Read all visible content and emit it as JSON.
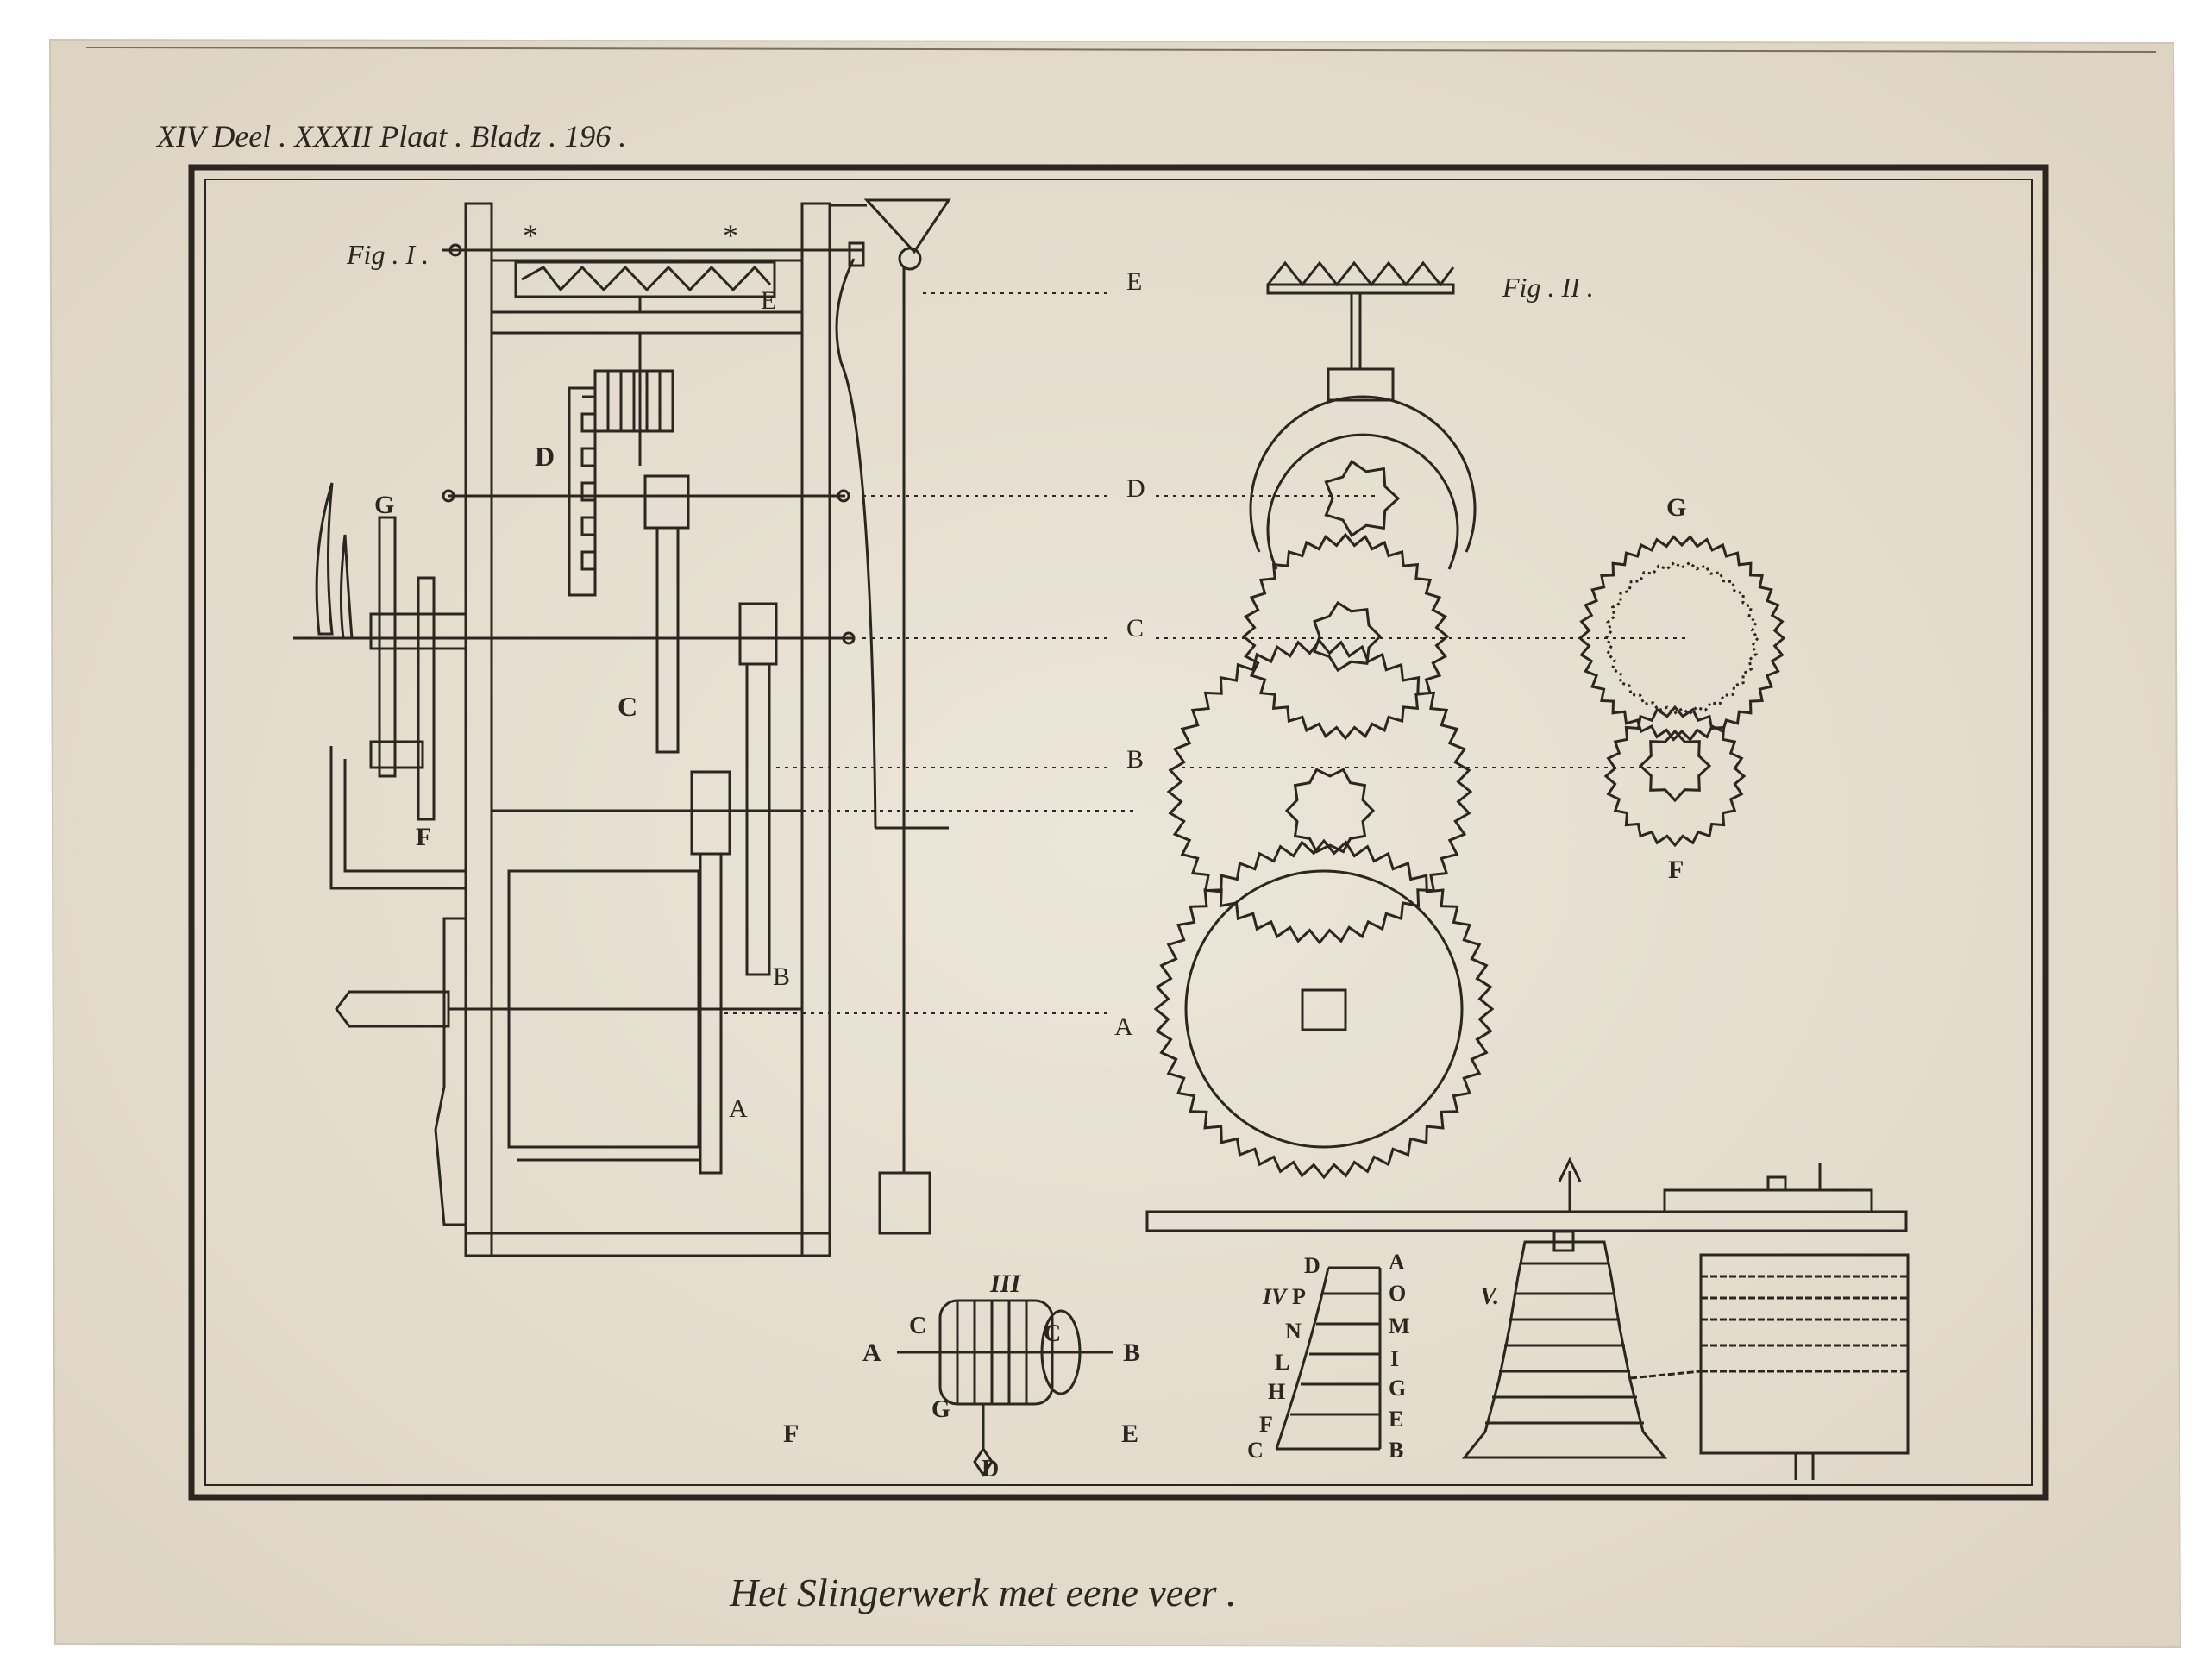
{
  "plate": {
    "header": "XIV Deel . XXXII Plaat . Bladz . 196 .",
    "caption": "Het Slingerwerk met eene veer ."
  },
  "fig1": {
    "title": "Fig . I .",
    "labels": {
      "E": "E",
      "D": "D",
      "C": "C",
      "B": "B",
      "A": "A",
      "G": "G",
      "F": "F",
      "star1": "*",
      "star2": "*"
    }
  },
  "fig2": {
    "title": "Fig . II .",
    "row_labels": {
      "E": "E",
      "D": "D",
      "C": "C",
      "B": "B",
      "A": "A"
    },
    "side_labels": {
      "G": "G",
      "F": "F"
    }
  },
  "fig3": {
    "title": "III",
    "labels": {
      "A": "A",
      "B": "B",
      "C1": "C",
      "C2": "C",
      "G": "G",
      "D": "D",
      "F": "F",
      "E": "E"
    }
  },
  "fig4": {
    "title": "IV",
    "left_letters": [
      "D",
      "P",
      "N",
      "L",
      "H",
      "F",
      "C"
    ],
    "right_letters": [
      "A",
      "O",
      "M",
      "I",
      "G",
      "E",
      "B"
    ]
  },
  "fig5": {
    "title": "V."
  },
  "colors": {
    "paper": "#e9e2d4",
    "ink": "#2b2620",
    "page": "#ffffff"
  }
}
